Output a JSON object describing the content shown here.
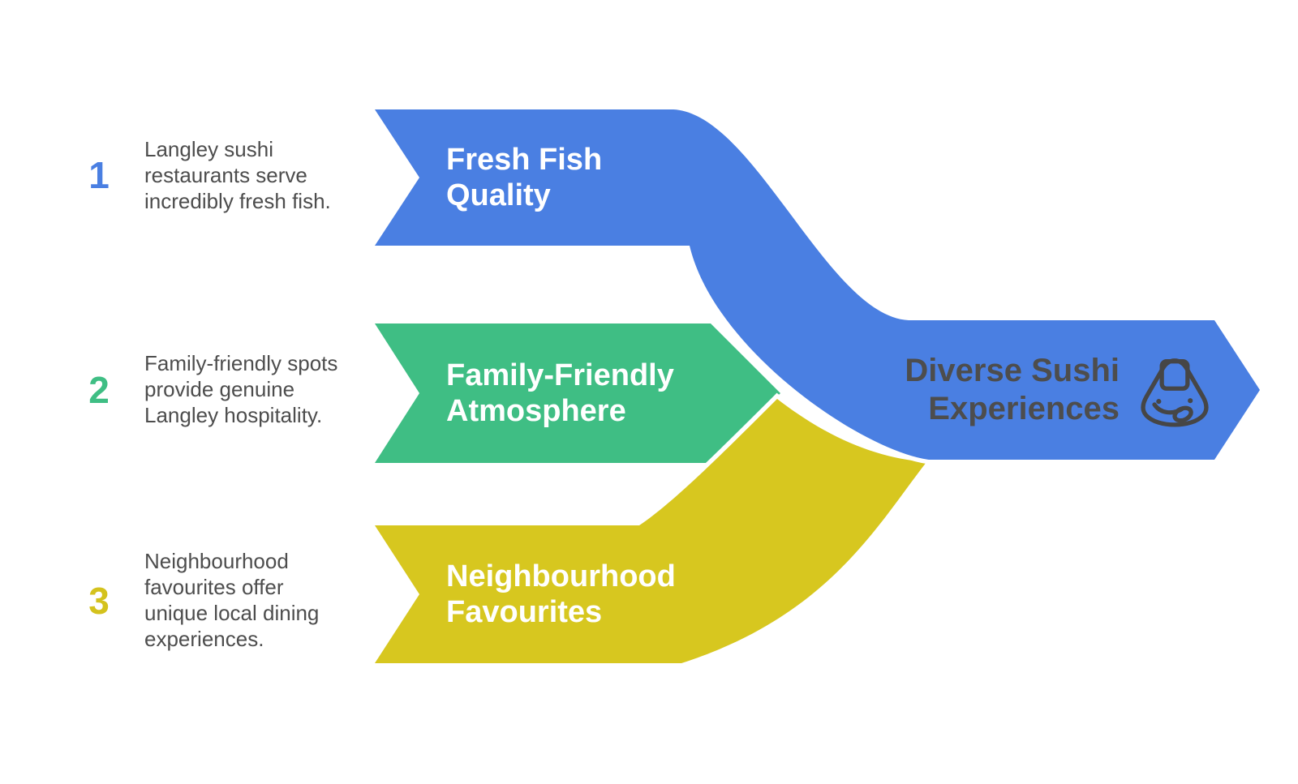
{
  "colors": {
    "blue": "#4a7fe2",
    "green": "#3fbe84",
    "yellow": "#d7c71f",
    "body_text": "#4d4d4d",
    "label_text": "#ffffff"
  },
  "steps": [
    {
      "number": "1",
      "description": "Langley sushi\nrestaurants serve\nincredibly fresh fish.",
      "label": "Fresh Fish\nQuality"
    },
    {
      "number": "2",
      "description": "Family-friendly spots\nprovide genuine\nLangley hospitality.",
      "label": "Family-Friendly\nAtmosphere"
    },
    {
      "number": "3",
      "description": "Neighbourhood\nfavourites offer\nunique local dining\nexperiences.",
      "label": "Neighbourhood\nFavourites"
    }
  ],
  "result": {
    "title": "Diverse Sushi\nExperiences",
    "icon": "onigiri-icon"
  }
}
